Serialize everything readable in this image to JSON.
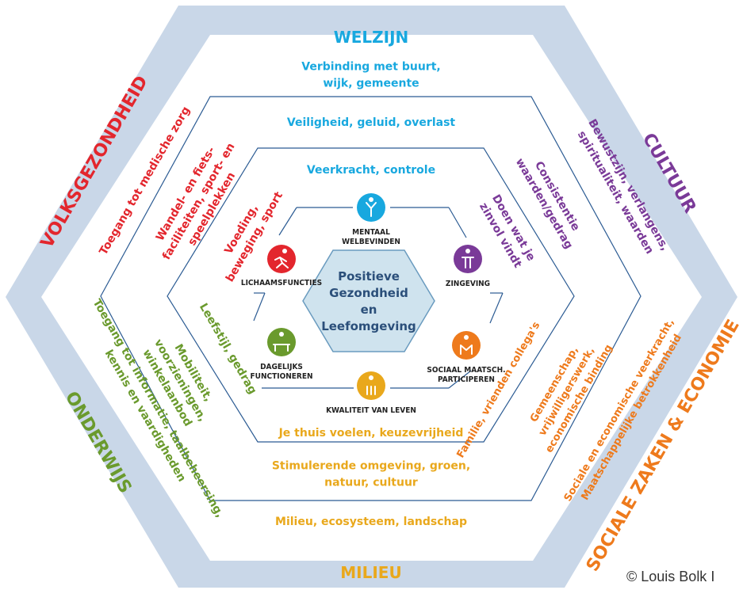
{
  "colors": {
    "outer_band": "#c9d7e8",
    "line": "#2b5b93",
    "center_fill": "#cfe3ee",
    "center_stroke": "#6a9bbf",
    "blue": "#18a8df",
    "red": "#e3262d",
    "purple": "#7a3a98",
    "orange": "#ee7a1c",
    "yellow": "#e9a81c",
    "green": "#6a9a2d"
  },
  "domains": {
    "welzijn": "WELZIJN",
    "cultuur": "CULTUUR",
    "sociale_zaken": "SOCIALE ZAKEN & ECONOMIE",
    "milieu": "MILIEU",
    "onderwijs": "ONDERWIJS",
    "volksgezondheid": "VOLKSGEZONDHEID"
  },
  "outer_ring": {
    "top": [
      "Verbinding met buurt,",
      "wijk, gemeente"
    ],
    "top_right": [
      "Bewustzijn, verlangens,",
      "spiritualiteit, waarden"
    ],
    "bottom_right": [
      "Sociale en economische veerkracht,",
      "Maatschappelijke betrokkenheid"
    ],
    "bottom": [
      "Milieu, ecosysteem, landschap"
    ],
    "bottom_left": [
      "Toegang tot informatie, taalbeheersing,",
      "kennis en vaardigheden"
    ],
    "top_left": [
      "Toegang tot medische zorg"
    ]
  },
  "middle_ring": {
    "top": [
      "Veiligheid, geluid, overlast"
    ],
    "top_right": [
      "Consistentie",
      "waarden/gedrag"
    ],
    "bottom_right": [
      "Gemeenschap,",
      "vrijwilligerswerk,",
      "economische binding"
    ],
    "bottom": [
      "Stimulerende omgeving, groen,",
      "natuur, cultuur"
    ],
    "bottom_left": [
      "Mobiliteit,",
      "voorzieningen,",
      "winkelaanbod"
    ],
    "top_left": [
      "Wandel- en fiets-",
      "faciliteiten, sport- en",
      "speelplekken"
    ]
  },
  "inner_ring": {
    "top": [
      "Veerkracht, controle"
    ],
    "top_right": [
      "Doen wat je",
      "zinvol vindt"
    ],
    "bottom_right": [
      "Familie, vrienden collega's"
    ],
    "bottom": [
      "Je thuis voelen, keuzevrijheid"
    ],
    "bottom_left": [
      "Leefstijl, gedrag"
    ],
    "top_left": [
      "Voeding,",
      "beweging, sport"
    ]
  },
  "center": [
    "Positieve",
    "Gezondheid",
    "en",
    "Leefomgeving"
  ],
  "dimensions": [
    {
      "key": "mentaal",
      "icon": "meditation-person-icon",
      "label": [
        "MENTAAL",
        "WELBEVINDEN"
      ]
    },
    {
      "key": "zingeving",
      "icon": "star-person-icon",
      "label": [
        "ZINGEVING"
      ]
    },
    {
      "key": "sociaal",
      "icon": "people-group-icon",
      "label": [
        "SOCIAAL MAATSCH.",
        "PARTICIPEREN"
      ]
    },
    {
      "key": "kwaliteit",
      "icon": "sun-person-icon",
      "label": [
        "KWALITEIT VAN LEVEN"
      ]
    },
    {
      "key": "dagelijks",
      "icon": "table-people-icon",
      "label": [
        "DAGELIJKS",
        "FUNCTIONEREN"
      ]
    },
    {
      "key": "lichaam",
      "icon": "running-person-icon",
      "label": [
        "LICHAAMSFUNCTIES"
      ]
    }
  ],
  "copyright": "© Louis Bolk I"
}
